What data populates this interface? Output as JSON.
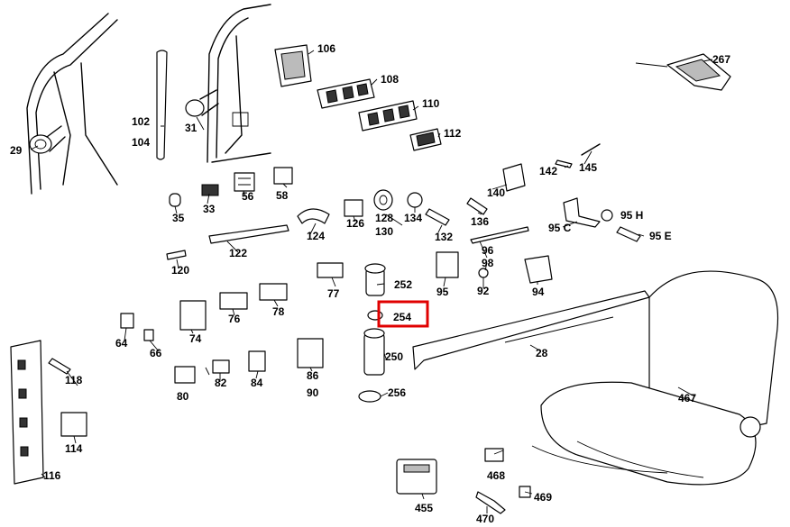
{
  "callouts": [
    {
      "id": "29"
    },
    {
      "id": "31"
    },
    {
      "id": "33"
    },
    {
      "id": "35"
    },
    {
      "id": "56"
    },
    {
      "id": "58"
    },
    {
      "id": "64"
    },
    {
      "id": "66"
    },
    {
      "id": "74"
    },
    {
      "id": "76"
    },
    {
      "id": "77"
    },
    {
      "id": "78"
    },
    {
      "id": "80"
    },
    {
      "id": "82"
    },
    {
      "id": "84"
    },
    {
      "id": "86"
    },
    {
      "id": "90"
    },
    {
      "id": "92"
    },
    {
      "id": "94"
    },
    {
      "id": "95"
    },
    {
      "id": "95 C"
    },
    {
      "id": "95 E"
    },
    {
      "id": "95 H"
    },
    {
      "id": "96"
    },
    {
      "id": "98"
    },
    {
      "id": "102"
    },
    {
      "id": "104"
    },
    {
      "id": "106"
    },
    {
      "id": "108"
    },
    {
      "id": "110"
    },
    {
      "id": "112"
    },
    {
      "id": "114"
    },
    {
      "id": "116"
    },
    {
      "id": "118"
    },
    {
      "id": "120"
    },
    {
      "id": "122"
    },
    {
      "id": "124"
    },
    {
      "id": "126"
    },
    {
      "id": "128"
    },
    {
      "id": "130"
    },
    {
      "id": "132"
    },
    {
      "id": "134"
    },
    {
      "id": "136"
    },
    {
      "id": "140"
    },
    {
      "id": "142"
    },
    {
      "id": "145"
    },
    {
      "id": "250"
    },
    {
      "id": "252"
    },
    {
      "id": "254"
    },
    {
      "id": "256"
    },
    {
      "id": "267"
    },
    {
      "id": "28"
    },
    {
      "id": "455"
    },
    {
      "id": "467"
    },
    {
      "id": "468"
    },
    {
      "id": "469"
    },
    {
      "id": "470"
    }
  ],
  "highlight": {
    "part": "254",
    "color": "#e00000"
  }
}
